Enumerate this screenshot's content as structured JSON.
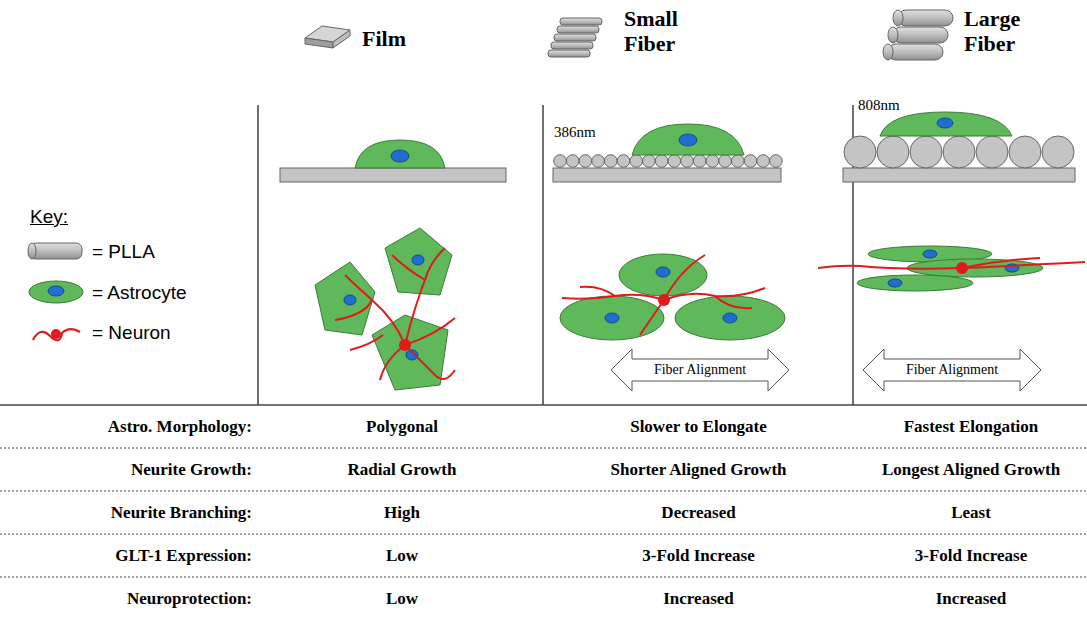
{
  "diagram": {
    "nodes": [
      {
        "text": [
          "Fiber Alignment"
        ]
      },
      {
        "text": [
          "Fiber Alignment"
        ]
      }
    ],
    "labels": [
      "Film",
      "Small Fiber",
      "Large Fiber",
      "Key:",
      "386nm",
      "808nm",
      "Astro. Morphology:",
      "Polygonal",
      "Slower to Elongate",
      "Fastest Elongation",
      "Neurite Growth:",
      "Radial Growth",
      "Shorter Aligned Growth",
      "Longest Aligned Growth",
      "Neurite Branching:",
      "High",
      "Decreased",
      "Least",
      "GLT-1 Expression:",
      "Low",
      "3-Fold Increase",
      "3-Fold Increase",
      "Neuroprotection:",
      "Low",
      "Increased",
      "Increased"
    ],
    "legend": [
      {
        "text": "= PLLA"
      },
      {
        "text": "= Astrocyte"
      },
      {
        "text": "= Neuron"
      }
    ]
  }
}
